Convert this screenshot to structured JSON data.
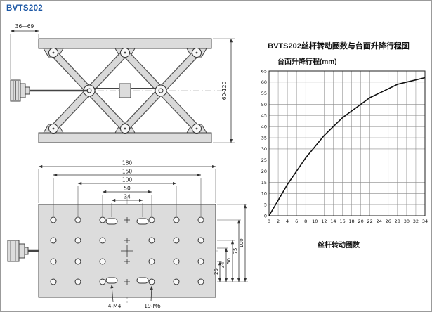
{
  "page": {
    "model": "BVTS202"
  },
  "colors": {
    "model_text": "#1c57a5",
    "drawing_line": "#444444",
    "curve": "#111111"
  },
  "side_view": {
    "dim_width": "36—69",
    "dim_height": "60-120"
  },
  "top_view": {
    "dim_180": "180",
    "dim_150": "150",
    "dim_100": "100",
    "dim_50": "50",
    "dim_34": "34",
    "vdim_25": "25",
    "vdim_34": "34",
    "vdim_50": "50",
    "vdim_75": "75",
    "vdim_100": "100",
    "label_slots": "4-M4",
    "label_holes": "19-M6"
  },
  "chart": {
    "title": "BVTS202丝杆转动圈数与台面升降行程图",
    "ylabel": "台面升降行程(mm)",
    "xlabel": "丝杆转动圈数"
  },
  "chart_data": {
    "type": "line",
    "title": "BVTS202丝杆转动圈数与台面升降行程图",
    "xlabel": "丝杆转动圈数",
    "ylabel": "台面升降行程(mm)",
    "x": [
      0,
      2,
      4,
      6,
      8,
      10,
      12,
      14,
      16,
      18,
      20,
      22,
      24,
      26,
      28,
      30,
      32,
      34
    ],
    "y": [
      0,
      7,
      14,
      20,
      26,
      31,
      36,
      40,
      44,
      47,
      50,
      53,
      55,
      57,
      59,
      60,
      61,
      62
    ],
    "xlim": [
      0,
      34
    ],
    "ylim": [
      0,
      65
    ],
    "x_ticks": [
      0,
      2,
      4,
      6,
      8,
      10,
      12,
      14,
      16,
      18,
      20,
      22,
      24,
      26,
      28,
      30,
      32,
      34
    ],
    "y_ticks": [
      0,
      5,
      10,
      15,
      20,
      25,
      30,
      35,
      40,
      45,
      50,
      55,
      60,
      65
    ],
    "grid": true,
    "legend": false
  }
}
